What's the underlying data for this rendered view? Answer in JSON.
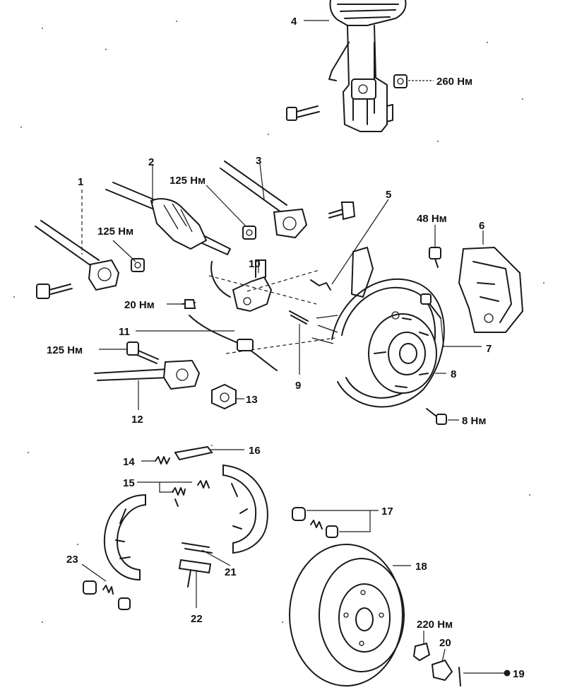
{
  "callouts": [
    {
      "id": "c1",
      "text": "1"
    },
    {
      "id": "c2",
      "text": "2"
    },
    {
      "id": "c3",
      "text": "3"
    },
    {
      "id": "c4",
      "text": "4"
    },
    {
      "id": "c5",
      "text": "5"
    },
    {
      "id": "c6",
      "text": "6"
    },
    {
      "id": "c7",
      "text": "7"
    },
    {
      "id": "c8",
      "text": "8"
    },
    {
      "id": "c9",
      "text": "9"
    },
    {
      "id": "c10",
      "text": "10"
    },
    {
      "id": "c11",
      "text": "11"
    },
    {
      "id": "c12",
      "text": "12"
    },
    {
      "id": "c13",
      "text": "13"
    },
    {
      "id": "c14",
      "text": "14"
    },
    {
      "id": "c15",
      "text": "15"
    },
    {
      "id": "c16",
      "text": "16"
    },
    {
      "id": "c17",
      "text": "17"
    },
    {
      "id": "c18",
      "text": "18"
    },
    {
      "id": "c19",
      "text": "19"
    },
    {
      "id": "c20",
      "text": "20"
    },
    {
      "id": "c21",
      "text": "21"
    },
    {
      "id": "c22",
      "text": "22"
    },
    {
      "id": "c23",
      "text": "23"
    }
  ],
  "torques": [
    {
      "id": "t260",
      "text": "260 Нм"
    },
    {
      "id": "t125a",
      "text": "125 Нм"
    },
    {
      "id": "t125b",
      "text": "125 Нм"
    },
    {
      "id": "t48",
      "text": "48 Нм"
    },
    {
      "id": "t20",
      "text": "20 Нм"
    },
    {
      "id": "t125c",
      "text": "125 Нм"
    },
    {
      "id": "t8",
      "text": "8 Нм"
    },
    {
      "id": "t220",
      "text": "220 Нм"
    }
  ]
}
